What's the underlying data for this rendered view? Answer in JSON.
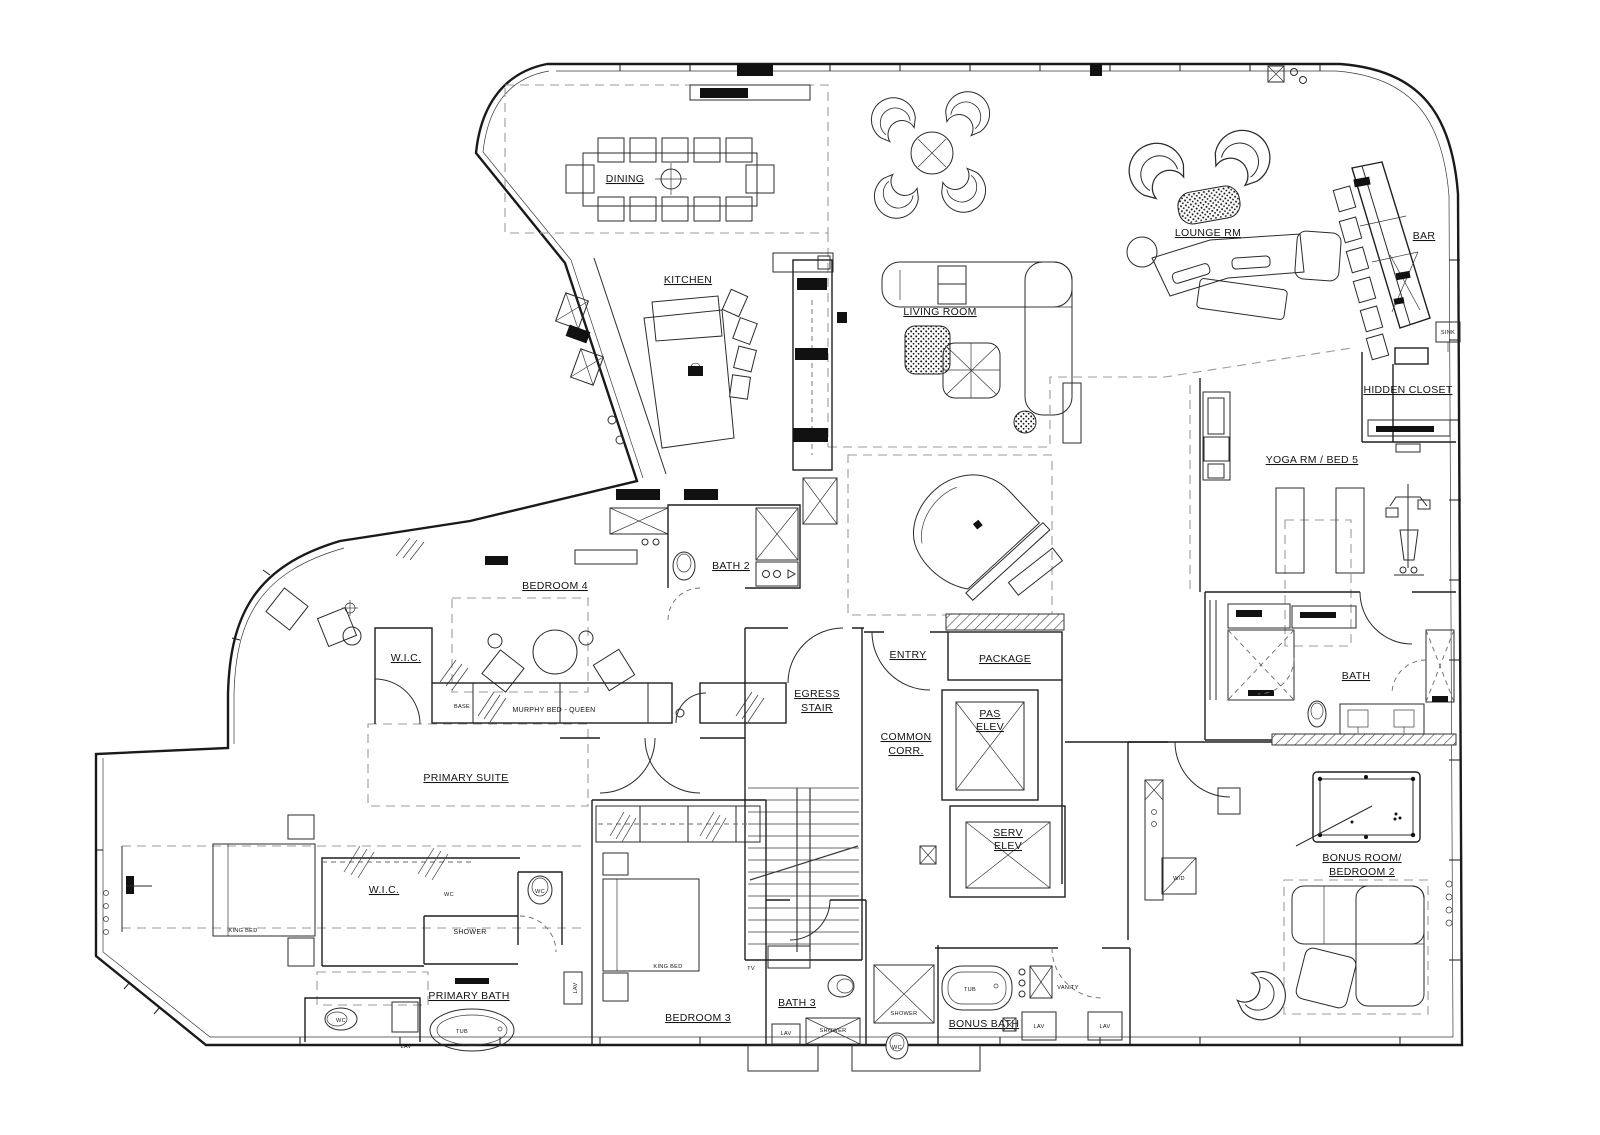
{
  "colors": {
    "line": "#1a1a1a",
    "dash_zone": "#9b9b9b",
    "black_fill": "#111111",
    "background": "#ffffff"
  },
  "rooms": {
    "dining": "DINING",
    "kitchen": "KITCHEN",
    "living_room": "LIVING ROOM",
    "lounge": "LOUNGE RM",
    "bar": "BAR",
    "hidden_closet": "HIDDEN CLOSET",
    "yoga": "YOGA RM / BED 5",
    "bath2": "BATH 2",
    "bedroom4": "BEDROOM 4",
    "wic": "W.I.C.",
    "primary_suite": "PRIMARY SUITE",
    "entry": "ENTRY",
    "package": "PACKAGE",
    "egress1": "EGRESS",
    "egress2": "STAIR",
    "common1": "COMMON",
    "common2": "CORR.",
    "pas": "PAS",
    "serv": "SERV",
    "elev": "ELEV",
    "bath": "BATH",
    "bonus1": "BONUS ROOM/",
    "bonus2": "BEDROOM 2",
    "primary_bath": "PRIMARY BATH",
    "bedroom3": "BEDROOM 3",
    "bath3": "BATH 3",
    "bonus_bath": "BONUS BATH"
  },
  "fixtures": {
    "sink": "SINK",
    "wc": "WC",
    "shower": "SHOWER",
    "lav": "LAV",
    "tub": "TUB",
    "vanity": "VANITY",
    "wd": "W/D",
    "tv": "TV",
    "king_bed": "KING BED",
    "murphy_bed": "MURPHY BED - QUEEN",
    "base": "BASE"
  }
}
